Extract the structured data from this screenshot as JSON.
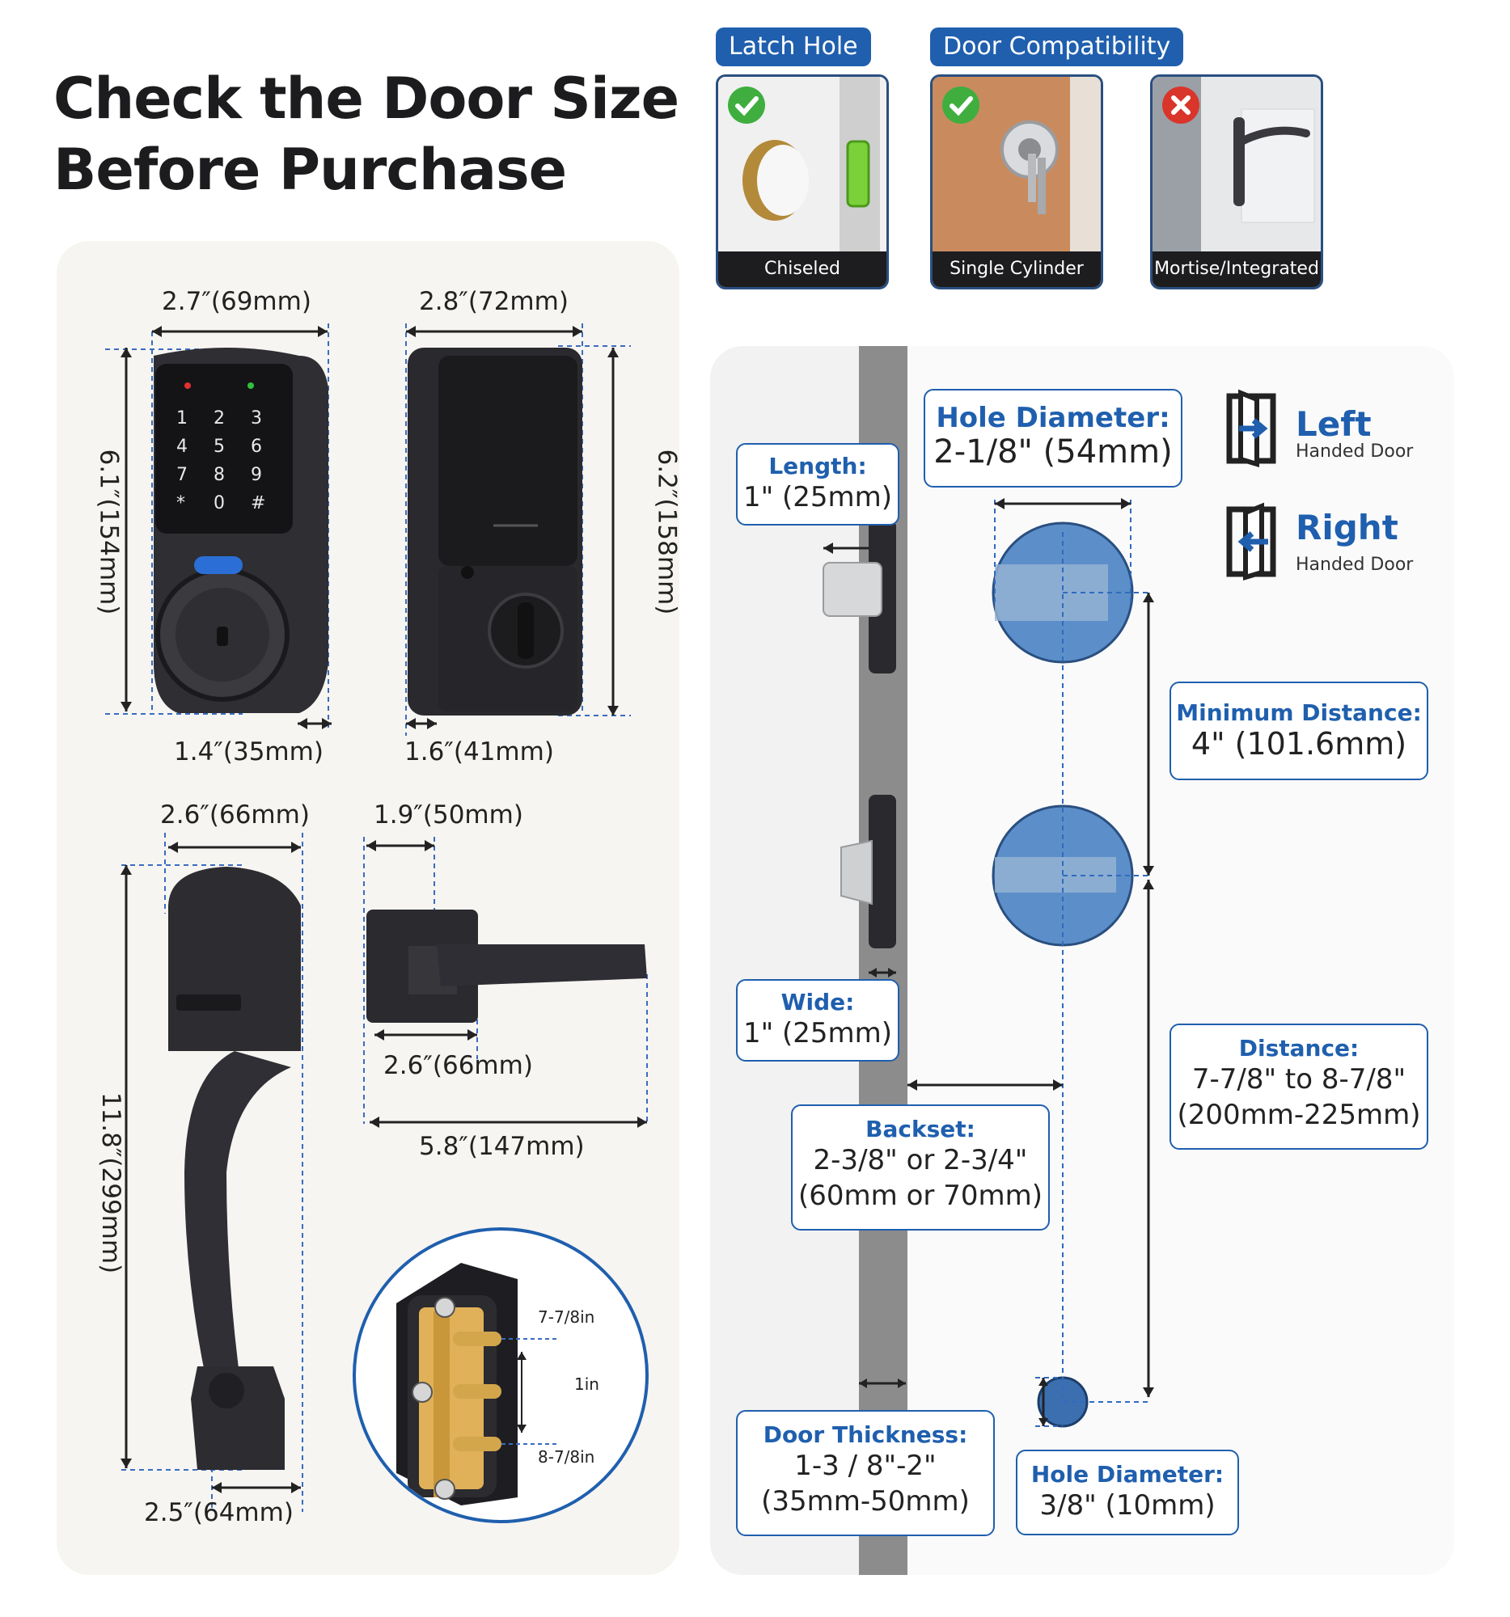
{
  "title": {
    "line1": "Check the Door Size",
    "line2": "Before Purchase"
  },
  "badges": {
    "latch_hole": "Latch Hole",
    "door_compat": "Door Compatibility"
  },
  "cards": [
    {
      "caption": "Chiseled",
      "status": "ok"
    },
    {
      "caption": "Single Cylinder",
      "status": "ok"
    },
    {
      "caption": "Mortise/Integrated",
      "status": "no"
    }
  ],
  "dims": {
    "keypad_width": "2.7″(69mm)",
    "keypad_height": "6.1″(154mm)",
    "keypad_depth": "1.4″(35mm)",
    "interior_width": "2.8″(72mm)",
    "interior_height": "6.2″(158mm)",
    "interior_depth": "1.6″(41mm)",
    "handle_width": "2.6″(66mm)",
    "handle_height": "11.8″(299mm)",
    "handle_bottom": "2.5″(64mm)",
    "lever_rose": "1.9″(50mm)",
    "lever_depth": "2.6″(66mm)",
    "lever_length": "5.8″(147mm)",
    "screw_top": "7-7/8in",
    "screw_mid": "1in",
    "screw_bottom": "8-7/8in"
  },
  "keypad": {
    "keys": [
      "1",
      "2",
      "3",
      "4",
      "5",
      "6",
      "7",
      "8",
      "9",
      "*",
      "0",
      "#"
    ]
  },
  "specs": {
    "length": {
      "h": "Length:",
      "v": "1\" (25mm)"
    },
    "hole1": {
      "h": "Hole Diameter:",
      "v": "2-1/8\" (54mm)"
    },
    "min_distance": {
      "h": "Minimum Distance:",
      "v": "4\" (101.6mm)"
    },
    "wide": {
      "h": "Wide:",
      "v": "1\" (25mm)"
    },
    "distance": {
      "h": "Distance:",
      "v1": "7-7/8\" to 8-7/8\"",
      "v2": "(200mm-225mm)"
    },
    "backset": {
      "h": "Backset:",
      "v1": "2-3/8\" or 2-3/4\"",
      "v2": "(60mm or 70mm)"
    },
    "thickness": {
      "h": "Door Thickness:",
      "v1": "1-3 / 8\"-2\"",
      "v2": "(35mm-50mm)"
    },
    "hole2": {
      "h": "Hole Diameter:",
      "v": "3/8\" (10mm)"
    }
  },
  "handed": {
    "left": {
      "label": "Left",
      "sub": "Handed Door"
    },
    "right": {
      "label": "Right",
      "sub": "Handed Door"
    }
  },
  "colors": {
    "accent": "#1f5fae",
    "panel": "#f7f5f1",
    "metal": "#2e2e33"
  }
}
